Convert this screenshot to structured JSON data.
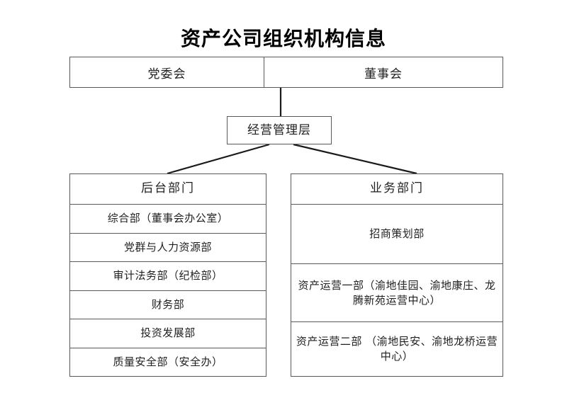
{
  "title": "资产公司组织机构信息",
  "top_row": {
    "left_cell": "党委会",
    "right_cell": "董事会"
  },
  "management": {
    "label": "经营管理层"
  },
  "columns": [
    {
      "id": "back-office",
      "header": "后台部门",
      "items": [
        "综合部（董事会办公室）",
        "党群与人力资源部",
        "审计法务部（纪检部）",
        "财务部",
        "投资发展部",
        "质量安全部（安全办）"
      ]
    },
    {
      "id": "business",
      "header": "业务部门",
      "items": [
        "招商策划部",
        "资产运营一部（渝地佳园、渝地康庄、龙腾新苑运营中心）",
        "资产运营二部 （渝地民安、渝地龙桥运营中心）"
      ]
    }
  ],
  "colors": {
    "border": "#595959",
    "text": "#1f1f1f",
    "title": "#000000",
    "background": "#ffffff",
    "connector": "#1a1a1a"
  }
}
